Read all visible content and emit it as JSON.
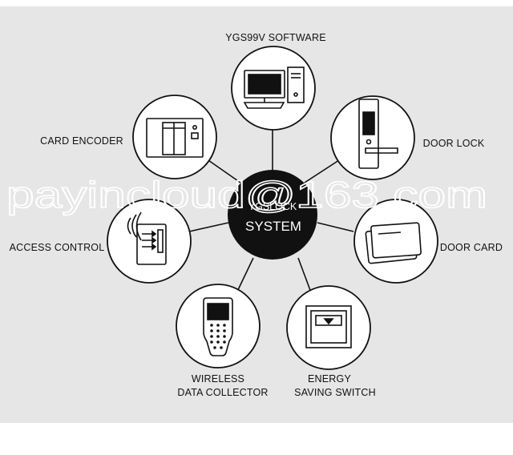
{
  "hub": {
    "line1": "YGSLOCK",
    "line2": "SYSTEM"
  },
  "nodes": {
    "software": {
      "label": "YGS99V SOFTWARE",
      "icon": "computer-icon"
    },
    "card_encoder": {
      "label": "CARD ENCODER",
      "icon": "card-encoder-icon"
    },
    "door_lock": {
      "label": "DOOR LOCK",
      "icon": "door-lock-icon"
    },
    "access_control": {
      "label": "ACCESS CONTROL",
      "icon": "access-control-icon"
    },
    "door_card": {
      "label": "DOOR CARD",
      "icon": "door-card-icon"
    },
    "wireless": {
      "label_line1": "WIRELESS",
      "label_line2": "DATA COLLECTOR",
      "icon": "handheld-collector-icon"
    },
    "energy": {
      "label_line1": "ENERGY",
      "label_line2": "SAVING SWITCH",
      "icon": "energy-switch-icon"
    }
  },
  "watermark": "payincloud@163.com",
  "colors": {
    "panel": "#e6e6e6",
    "hub": "#111111",
    "line": "#111111",
    "node_fill": "#ffffff"
  }
}
